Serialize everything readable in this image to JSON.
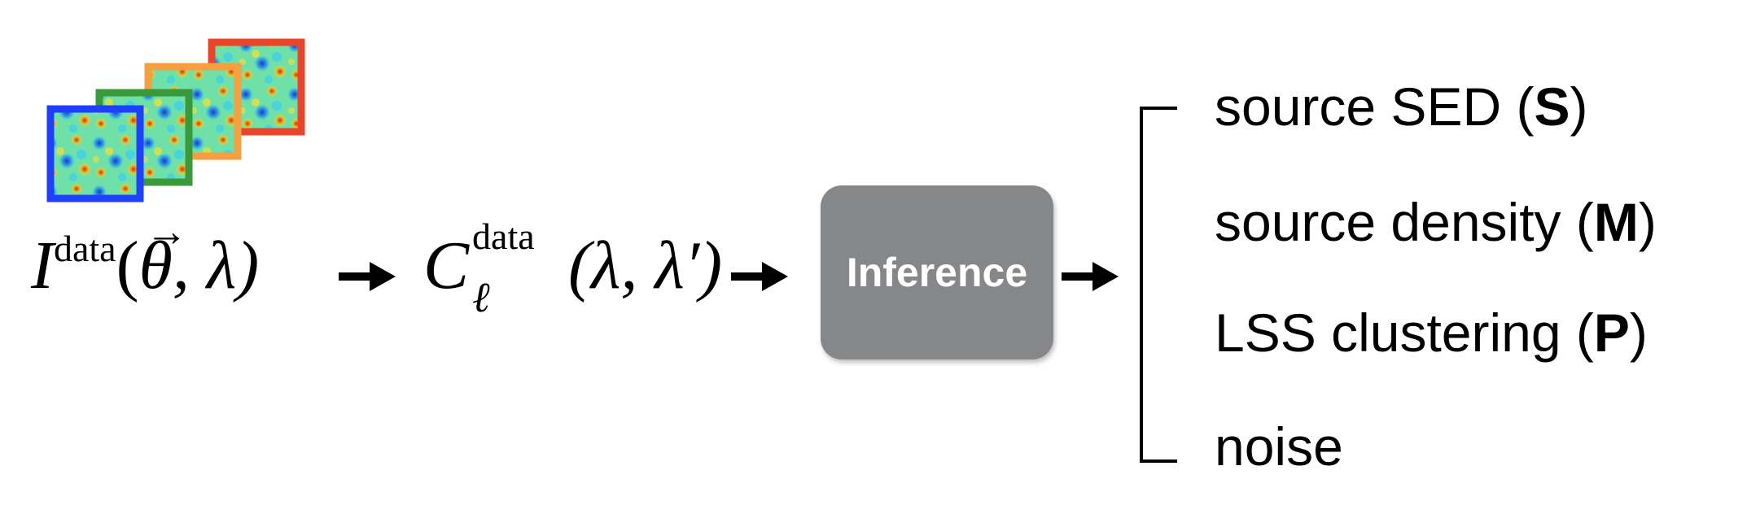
{
  "maps": {
    "frame_colors": [
      "#1f3fff",
      "#3a9a3a",
      "#f4a040",
      "#e8452a"
    ],
    "count": 4
  },
  "formula1": {
    "base": "I",
    "superscript": "data",
    "open": "(",
    "vector_symbol": "θ",
    "vector_arrow": "→",
    "rest": ", λ)"
  },
  "formula2": {
    "base": "C",
    "superscript": "data",
    "subscript": "ℓ",
    "args": "(λ, λ′)"
  },
  "inference": {
    "label": "Inference",
    "color": "#868789"
  },
  "outputs": [
    {
      "text": "source SED (",
      "bold": "S",
      "close": ")"
    },
    {
      "text": "source density (",
      "bold": "M",
      "close": ")"
    },
    {
      "text": "LSS clustering (",
      "bold": "P",
      "close": ")"
    },
    {
      "text": "noise",
      "bold": "",
      "close": ""
    }
  ]
}
